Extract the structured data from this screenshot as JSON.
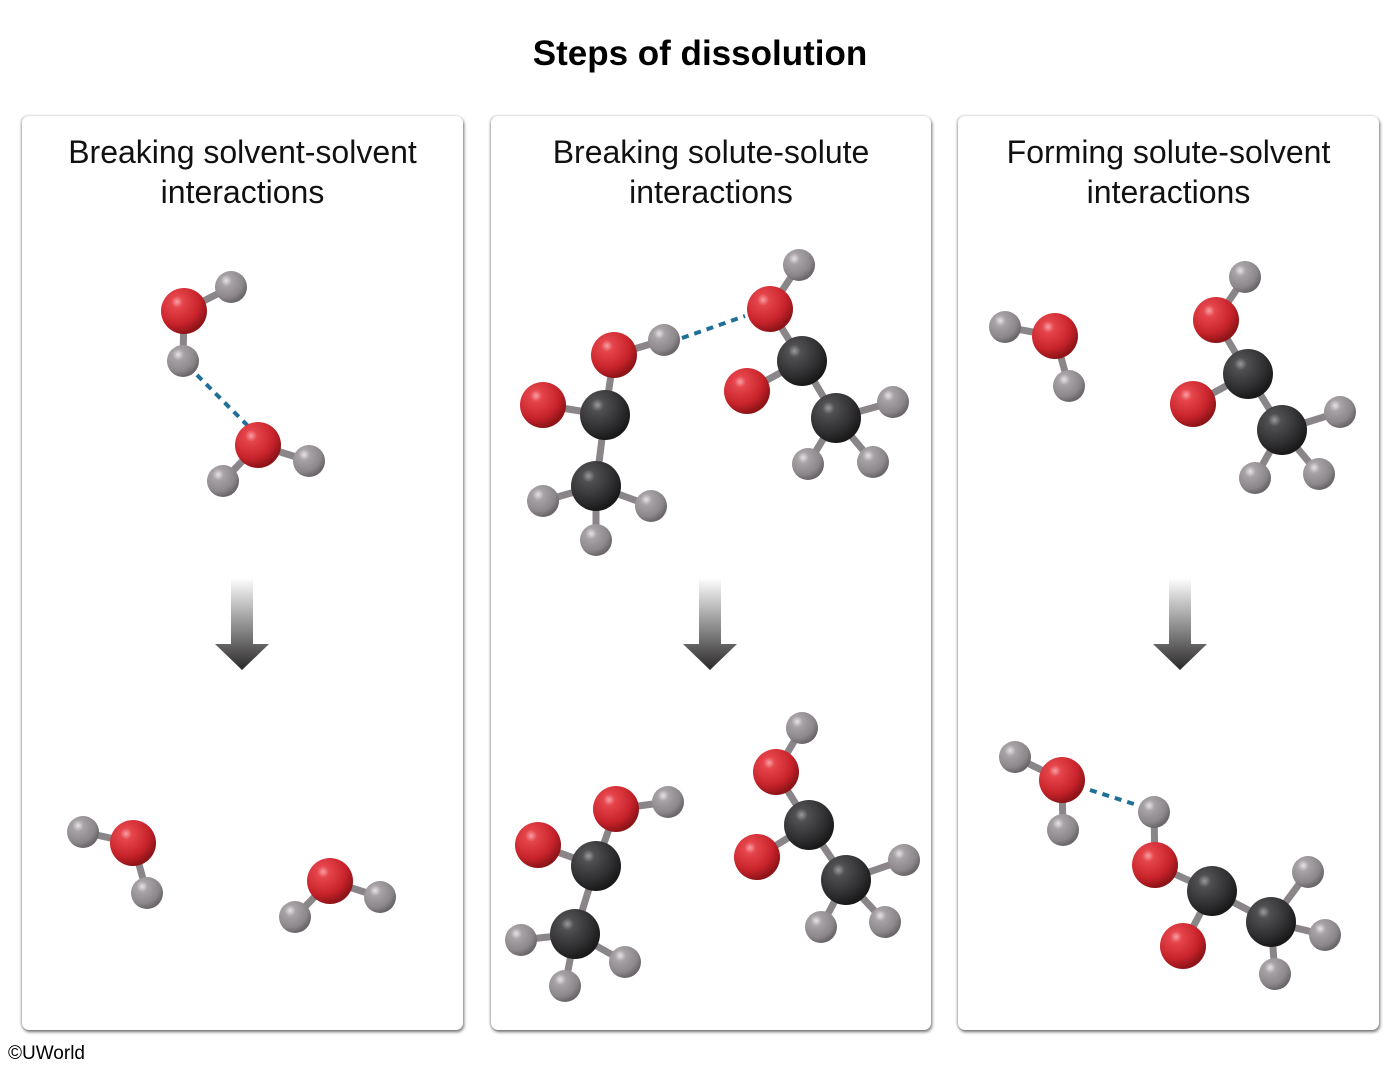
{
  "title": "Steps of dissolution",
  "panels": [
    {
      "title_line1": "Breaking solvent-solvent",
      "title_line2": "interactions",
      "before": "two water molecules joined by hydrogen bond",
      "after": "two separated water molecules"
    },
    {
      "title_line1": "Breaking solute-solute",
      "title_line2": "interactions",
      "before": "two acetic acid molecules joined by hydrogen bond",
      "after": "two separated acetic acid molecules"
    },
    {
      "title_line1": "Forming solute-solvent",
      "title_line2": "interactions",
      "before": "separate water and acetic acid molecules",
      "after": "water hydrogen-bonded to acetic acid"
    }
  ],
  "colors": {
    "oxygen": "#d8343b",
    "carbon": "#3a393b",
    "hydrogen": "#9b969a",
    "hbond": "#1f6f96"
  },
  "copyright": "©UWorld"
}
